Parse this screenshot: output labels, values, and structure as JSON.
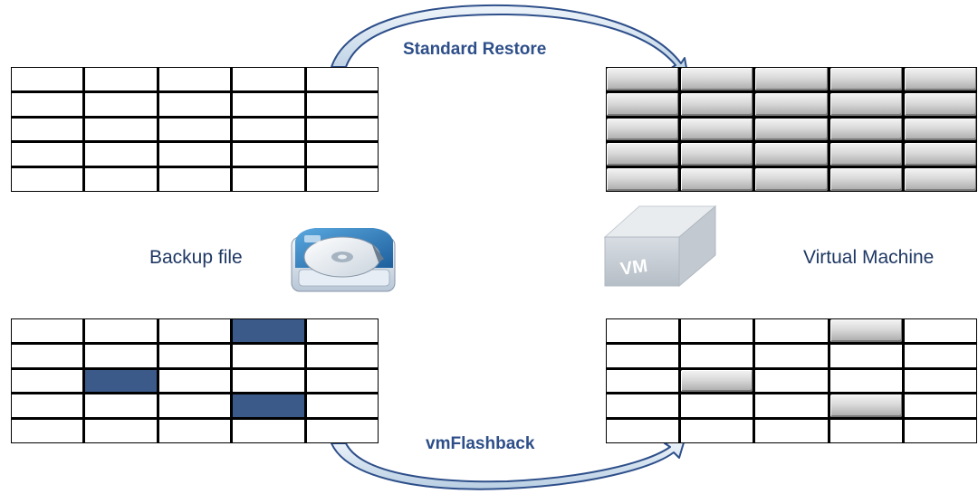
{
  "labels": {
    "standard_restore": "Standard Restore",
    "vmflashback": "vmFlashback",
    "backup_file": "Backup file",
    "virtual_machine": "Virtual Machine",
    "vm_box_text": "VM"
  },
  "grids": {
    "backup_top": {
      "rows": 5,
      "cols": 5,
      "highlighted": []
    },
    "vm_top": {
      "rows": 5,
      "cols": 5,
      "style": "raised-all"
    },
    "backup_bottom": {
      "rows": 5,
      "cols": 5,
      "highlighted": [
        [
          0,
          3
        ],
        [
          2,
          1
        ],
        [
          3,
          3
        ]
      ]
    },
    "vm_bottom": {
      "rows": 5,
      "cols": 5,
      "raised": [
        [
          0,
          3
        ],
        [
          2,
          1
        ],
        [
          3,
          3
        ]
      ]
    }
  },
  "colors": {
    "highlight": "#3b5a89",
    "label_text": "#1f3864",
    "arrow_fill": "#cfe0ee",
    "arrow_stroke": "#2e4f8a"
  },
  "icons": [
    "hard-disk-icon",
    "vm-box-icon"
  ]
}
